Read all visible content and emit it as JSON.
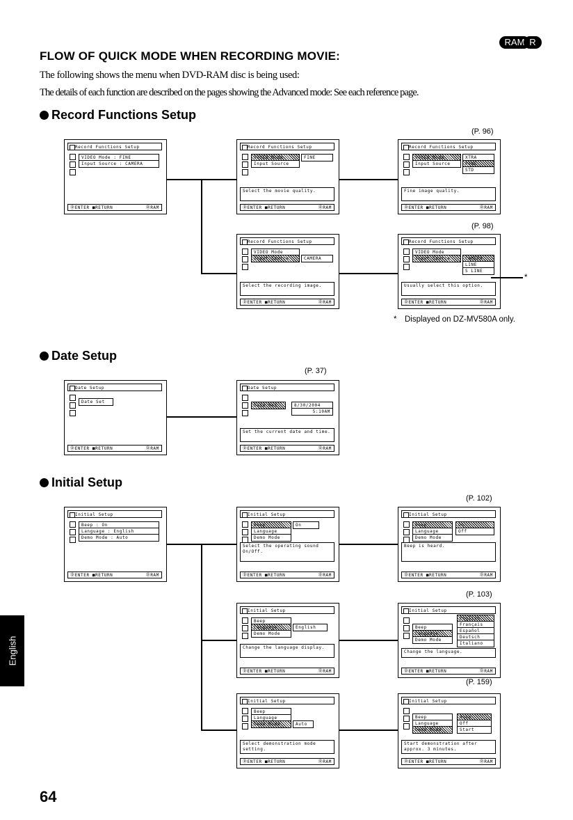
{
  "header": {
    "badges": [
      "RAM",
      "R"
    ],
    "title": "FLOW OF QUICK MODE WHEN RECORDING MOVIE:",
    "intro_line1": "The following shows the menu when DVD-RAM disc is being used:",
    "intro_line2": "The details of each function are described on the pages showing the Advanced mode: See each reference page."
  },
  "common": {
    "footer_enter": "ⒹENTER ■RETURN",
    "footer_ram": "ⒹRAM"
  },
  "sections": {
    "record": {
      "title": "Record Functions Setup",
      "ref1": "(P. 96)",
      "ref2": "(P. 98)",
      "note_star": "*",
      "note": "Displayed on DZ-MV580A only.",
      "s1": {
        "header": "Record Functions Setup",
        "menu": [
          "VIDEO Mode : FINE",
          "Input Source : CAMERA"
        ]
      },
      "s2": {
        "header": "Record Functions Setup",
        "menu": [
          "VIDEO Mode",
          "Input Source"
        ],
        "sub": [
          "FINE"
        ],
        "msg": "Select the movie quality."
      },
      "s3": {
        "header": "Record Functions Setup",
        "menu": [
          "VIDEO Mode",
          "Input Source"
        ],
        "sub": [
          "XTRA",
          "FINE",
          "STD"
        ],
        "msg": "Fine image quality."
      },
      "s4": {
        "header": "Record Functions Setup",
        "menu": [
          "VIDEO Mode",
          "Input Source"
        ],
        "sub": [
          "CAMERA"
        ],
        "msg": "Select the recording image."
      },
      "s5": {
        "header": "Record Functions Setup",
        "menu": [
          "VIDEO Mode",
          "Input Source"
        ],
        "sub": [
          "CAMERA",
          "LINE",
          "S LINE"
        ],
        "msg": "Usually select this option."
      }
    },
    "date": {
      "title": "Date Setup",
      "ref": "(P. 37)",
      "s1": {
        "header": "Date Setup",
        "menu": [
          "Date Set"
        ]
      },
      "s2": {
        "header": "Date Setup",
        "menu": [
          "Date Set"
        ],
        "sub": [
          "8/30/2004",
          "5:10AM"
        ],
        "msg": "Set the current date and time."
      }
    },
    "initial": {
      "title": "Initial Setup",
      "ref1": "(P. 102)",
      "ref2": "(P. 103)",
      "ref3": "(P. 159)",
      "s1": {
        "header": "Initial Setup",
        "menu": [
          "Beep : On",
          "Language : English",
          "Demo Mode : Auto"
        ]
      },
      "s2": {
        "header": "Initial Setup",
        "menu": [
          "Beep",
          "Language",
          "Demo Mode"
        ],
        "sub": [
          "On"
        ],
        "msg": "Select the operating sound On/Off."
      },
      "s3": {
        "header": "Initial Setup",
        "menu": [
          "Beep",
          "Language",
          "Demo Mode"
        ],
        "sub": [
          "On",
          "Off"
        ],
        "msg": "Beep is heard."
      },
      "s4": {
        "header": "Initial Setup",
        "menu": [
          "Beep",
          "Language",
          "Demo Mode"
        ],
        "sub": [
          "English"
        ],
        "msg": "Change the language display."
      },
      "s5": {
        "header": "Initial Setup",
        "menu": [
          "Beep",
          "Language",
          "Demo Mode"
        ],
        "sub": [
          "English",
          "Français",
          "Español",
          "Deutsch",
          "Italiano"
        ],
        "msg": "Change the language."
      },
      "s6": {
        "header": "Initial Setup",
        "menu": [
          "Beep",
          "Language",
          "Demo Mode"
        ],
        "sub": [
          "Auto"
        ],
        "msg": "Select demonstration mode setting."
      },
      "s7": {
        "header": "Initial Setup",
        "menu": [
          "Beep",
          "Language",
          "Demo Mode"
        ],
        "sub": [
          "Auto",
          "Off",
          "Start"
        ],
        "msg": "Start demonstration after approx. 3 minutes."
      }
    }
  },
  "side_tab": "English",
  "page_number": "64"
}
